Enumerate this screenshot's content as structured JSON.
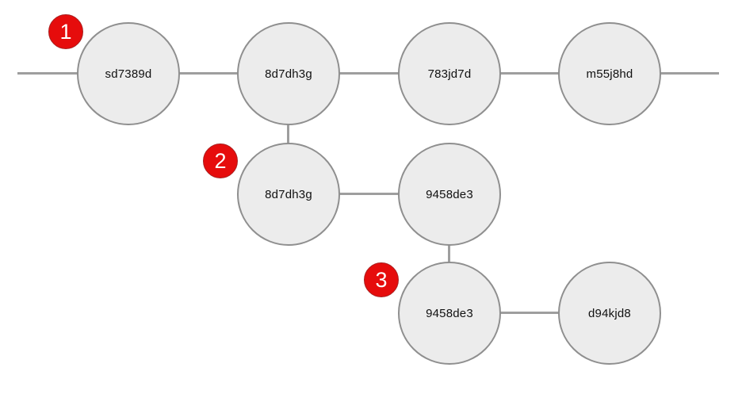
{
  "diagram": {
    "badges": [
      {
        "label": "1"
      },
      {
        "label": "2"
      },
      {
        "label": "3"
      }
    ],
    "nodes": [
      {
        "id": "r1n1",
        "label": "sd7389d"
      },
      {
        "id": "r1n2",
        "label": "8d7dh3g"
      },
      {
        "id": "r1n3",
        "label": "783jd7d"
      },
      {
        "id": "r1n4",
        "label": "m55j8hd"
      },
      {
        "id": "r2n1",
        "label": "8d7dh3g"
      },
      {
        "id": "r2n2",
        "label": "9458de3"
      },
      {
        "id": "r3n1",
        "label": "9458de3"
      },
      {
        "id": "r3n2",
        "label": "d94kjd8"
      }
    ],
    "edges": [
      {
        "from": "canvas-left",
        "to": "r1n1",
        "orientation": "horizontal"
      },
      {
        "from": "r1n1",
        "to": "r1n2",
        "orientation": "horizontal"
      },
      {
        "from": "r1n2",
        "to": "r1n3",
        "orientation": "horizontal"
      },
      {
        "from": "r1n3",
        "to": "r1n4",
        "orientation": "horizontal"
      },
      {
        "from": "r1n4",
        "to": "canvas-right",
        "orientation": "horizontal"
      },
      {
        "from": "r1n2",
        "to": "r2n1",
        "orientation": "vertical"
      },
      {
        "from": "r2n1",
        "to": "r2n2",
        "orientation": "horizontal"
      },
      {
        "from": "r2n2",
        "to": "r3n1",
        "orientation": "vertical"
      },
      {
        "from": "r3n1",
        "to": "r3n2",
        "orientation": "horizontal"
      }
    ],
    "colors": {
      "node_fill": "#ececec",
      "node_border": "#8f8f8f",
      "edge": "#9e9e9e",
      "badge_fill": "#e60c0c",
      "badge_border": "#a82020",
      "badge_text": "#ffffff",
      "node_text": "#111111",
      "canvas_bg": "#ffffff"
    }
  }
}
